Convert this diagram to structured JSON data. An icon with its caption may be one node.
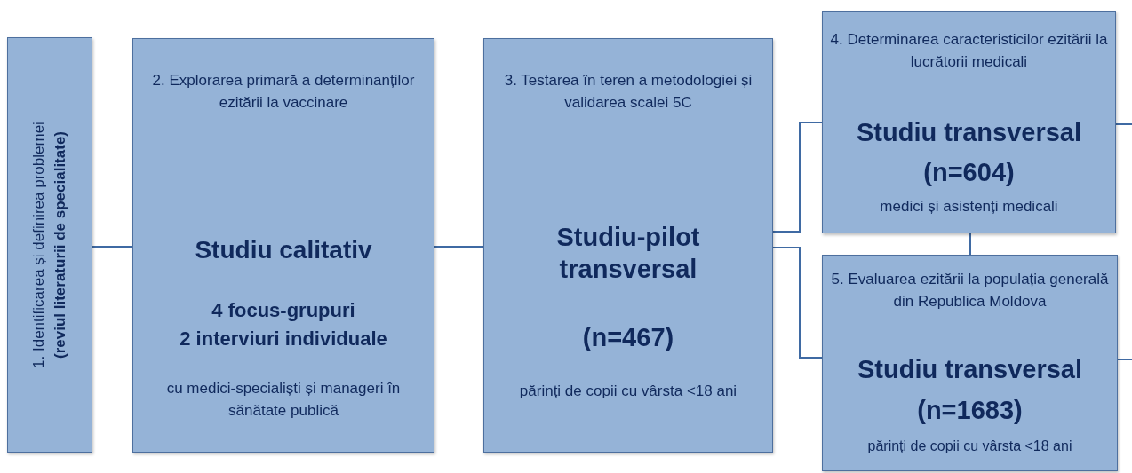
{
  "diagram": {
    "nodes": [
      {
        "text": [
          "1. Identificarea și definirea problemei",
          "(reviul literaturii de specialitate)"
        ]
      },
      {
        "text": [
          "2. Explorarea primară a determinanților ezitării la vaccinare",
          "Studiu calitativ",
          "4 focus-grupuri",
          "2 interviuri individuale",
          "cu medici-specialiști și manageri în sănătate publică"
        ]
      },
      {
        "text": [
          "3. Testarea în teren a metodologiei și validarea scalei 5C",
          "Studiu-pilot transversal",
          "(n=467)",
          "părinți de copii cu vârsta <18 ani"
        ]
      },
      {
        "text": [
          "4. Determinarea caracteristicilor ezitării la lucrătorii medicali",
          "Studiu transversal",
          "(n=604)",
          "medici și asistenți medicali"
        ]
      },
      {
        "text": [
          "5. Evaluarea ezitării la populația generală din Republica Moldova",
          "Studiu transversal",
          "(n=1683)",
          "părinți de copii cu vârsta <18 ani"
        ]
      }
    ],
    "edges": [
      {
        "from": 0,
        "to": 1,
        "arrow": "none"
      },
      {
        "from": 1,
        "to": 2,
        "arrow": "none"
      },
      {
        "from": 2,
        "to": 3,
        "arrow": "none"
      },
      {
        "from": 2,
        "to": 4,
        "arrow": "none"
      },
      {
        "from": 3,
        "to": 4,
        "arrow": "none"
      },
      {
        "from": 3,
        "to": null,
        "arrow": "none"
      },
      {
        "from": 4,
        "to": null,
        "arrow": "none"
      }
    ]
  }
}
